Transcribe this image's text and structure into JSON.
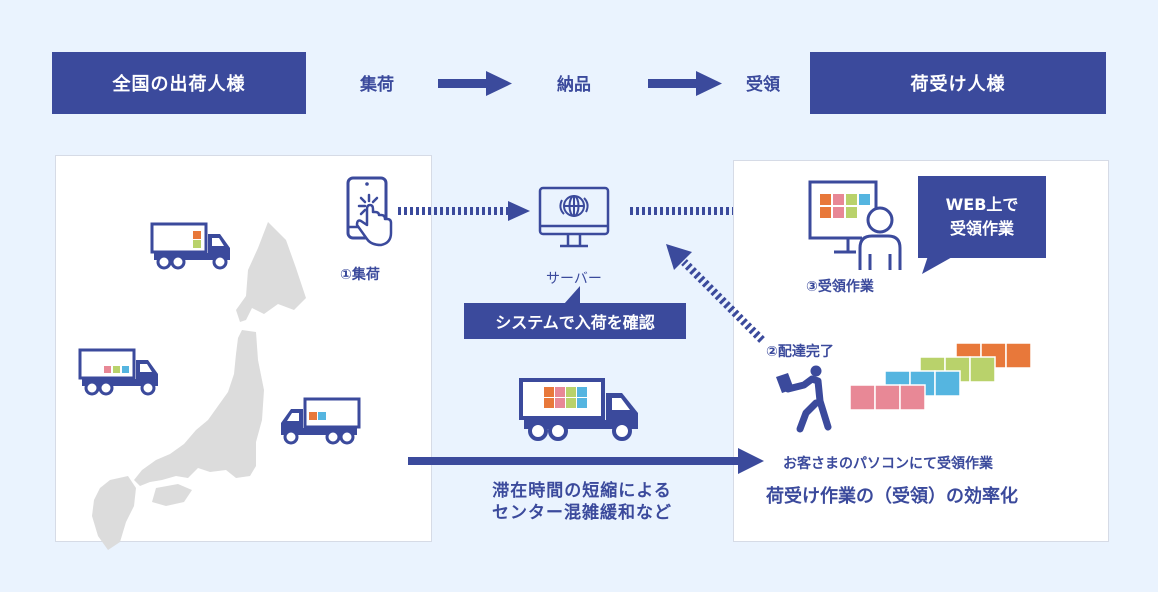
{
  "header": {
    "shipper_box": "全国の出荷人様",
    "step1": "集荷",
    "step2": "納品",
    "step3": "受領",
    "receiver_box": "荷受け人様"
  },
  "left_panel": {
    "collect_label": "①集荷",
    "icons": [
      "japan-map",
      "truck",
      "truck",
      "truck",
      "smartphone-tap"
    ]
  },
  "middle": {
    "server_label": "サーバー",
    "system_callout": "システムで入荷を確認",
    "benefit_line1": "滞在時間の短縮による",
    "benefit_line2": "センター混雑緩和など"
  },
  "right_panel": {
    "web_callout_line1": "WEB上で",
    "web_callout_line2": "受領作業",
    "receive_work_label": "③受領作業",
    "delivery_done_label": "②配達完了",
    "pc_receive_text": "お客さまのパソコンにて受領作業",
    "efficiency_text": "荷受け作業の（受領）の効率化"
  },
  "colors": {
    "primary": "#3b4a9c",
    "background": "#eaf3fe",
    "orange": "#e8783a",
    "pink": "#e88896",
    "green": "#b9d26b",
    "blue": "#55b5e0",
    "map_gray": "#dcdcdc"
  }
}
